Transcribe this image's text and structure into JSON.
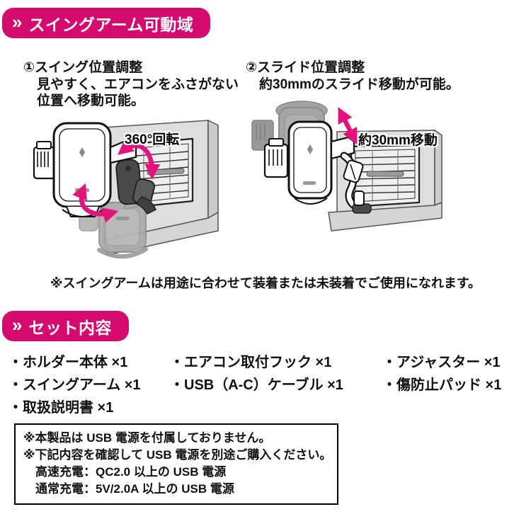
{
  "colors": {
    "accent_pink": "#d40a6e",
    "arrow_pink": "#e3127c",
    "panel_gray": "#dedede",
    "ghost_gray": "#a9a9a9"
  },
  "section_swing": {
    "chevron": "»",
    "title": "スイングアーム可動域",
    "left_step": {
      "heading": "①スイング位置調整",
      "line1": "見やすく、エアコンをふさがない",
      "line2": "位置へ移動可能。",
      "diagram_label": "360°回転"
    },
    "right_step": {
      "heading": "②スライド位置調整",
      "line1": "約30mmのスライド移動が可能。",
      "diagram_label": "約30mm移動"
    },
    "note": "※スイングアームは用途に合わせて装着または未装着でご使用になれます。"
  },
  "section_set": {
    "chevron": "»",
    "title": "セット内容",
    "items": {
      "col1": [
        "・ホルダー本体 ×1",
        "・スイングアーム ×1",
        "・取扱説明書 ×1"
      ],
      "col2": [
        "・エアコン取付フック ×1",
        "・USB（A-C）ケーブル ×1"
      ],
      "col3": [
        "・アジャスター ×1",
        "・傷防止パッド ×1"
      ]
    },
    "notice": {
      "line1": "※本製品は USB 電源を付属しておりません。",
      "line2": "※下記内容を確認して USB 電源を別途ご購入ください。",
      "line3": "高速充電：QC2.0 以上の USB 電源",
      "line4": "通常充電：5V/2.0A 以上の USB 電源"
    }
  }
}
